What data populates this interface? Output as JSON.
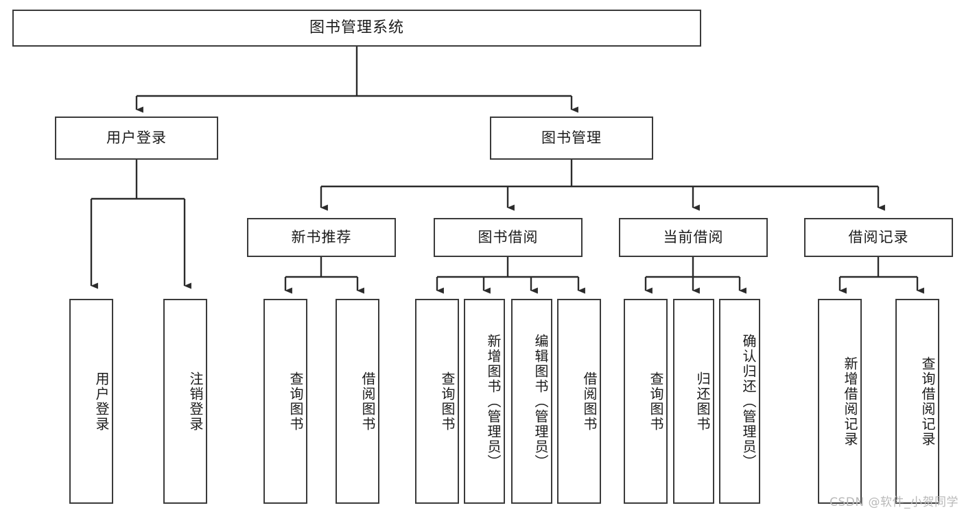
{
  "diagram": {
    "type": "tree",
    "title": "图书管理系统",
    "orientation": "top-down",
    "edge_style": "orthogonal-arrow",
    "colors": {
      "box_border": "#3a3a3a",
      "box_fill": "#ffffff",
      "connector": "#2b2b2b",
      "text": "#1b1b1b",
      "watermark": "#b9b9b9",
      "background": "#ffffff"
    }
  },
  "root": {
    "id": "root",
    "label": "图书管理系统"
  },
  "level2": [
    {
      "id": "user-login",
      "label": "用户登录"
    },
    {
      "id": "book-manage",
      "label": "图书管理"
    }
  ],
  "level3": [
    {
      "id": "new-book-rec",
      "label": "新书推荐",
      "parent": "book-manage"
    },
    {
      "id": "book-borrow",
      "label": "图书借阅",
      "parent": "book-manage"
    },
    {
      "id": "current-borrow",
      "label": "当前借阅",
      "parent": "book-manage"
    },
    {
      "id": "borrow-record",
      "label": "借阅记录",
      "parent": "book-manage"
    }
  ],
  "leaves": [
    {
      "id": "leaf-user-login",
      "label": "用户登录",
      "parent": "user-login"
    },
    {
      "id": "leaf-user-logout",
      "label": "注销登录",
      "parent": "user-login"
    },
    {
      "id": "leaf-query-book-rec",
      "label": "查询图书",
      "parent": "new-book-rec"
    },
    {
      "id": "leaf-borrow-book-rec",
      "label": "借阅图书",
      "parent": "new-book-rec"
    },
    {
      "id": "leaf-query-book-bb",
      "label": "查询图书",
      "parent": "book-borrow"
    },
    {
      "id": "leaf-add-book",
      "label": "新增图书（管理员）",
      "parent": "book-borrow"
    },
    {
      "id": "leaf-edit-book",
      "label": "编辑图书（管理员）",
      "parent": "book-borrow"
    },
    {
      "id": "leaf-borrow-book-bb",
      "label": "借阅图书",
      "parent": "book-borrow"
    },
    {
      "id": "leaf-query-book-cb",
      "label": "查询图书",
      "parent": "current-borrow"
    },
    {
      "id": "leaf-return-book",
      "label": "归还图书",
      "parent": "current-borrow"
    },
    {
      "id": "leaf-confirm-return",
      "label": "确认归还（管理员）",
      "parent": "current-borrow"
    },
    {
      "id": "leaf-add-record",
      "label": "新增借阅记录",
      "parent": "borrow-record"
    },
    {
      "id": "leaf-query-record",
      "label": "查询借阅记录",
      "parent": "borrow-record"
    }
  ],
  "watermark": {
    "text": "CSDN @软件_小贺同学"
  }
}
